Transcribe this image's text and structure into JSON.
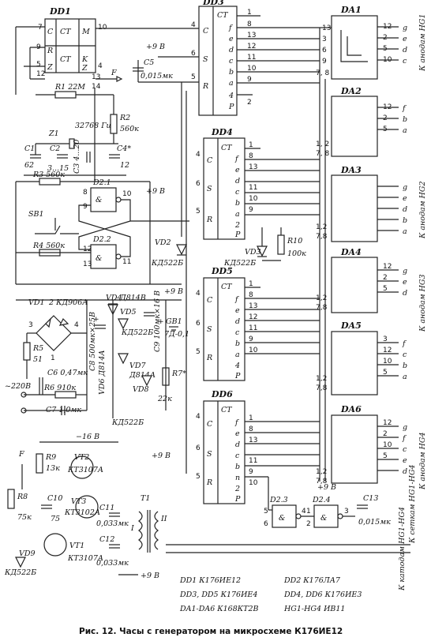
{
  "caption": "Рис. 12. Часы с генератором на микросхеме К176ИЕ12",
  "chips": {
    "dd1": "DD1",
    "dd2_1": "D2.1",
    "dd2_2": "D2.2",
    "dd2_3": "D2.3",
    "dd2_4": "D2.4",
    "dd3": "DD3",
    "dd4": "DD4",
    "dd5": "DD5",
    "dd6": "DD6",
    "da1": "DA1",
    "da2": "DA2",
    "da3": "DA3",
    "da4": "DA4",
    "da5": "DA5",
    "da6": "DA6"
  },
  "components": {
    "r1": "R1 22M",
    "r2": "R2",
    "r2v": "560к",
    "r3": "R3 560к",
    "r4": "R4 560к",
    "r5": "R5",
    "r5v": "51",
    "r6": "R6 910к",
    "r7": "R7*",
    "r7v": "22к",
    "r8": "R8",
    "r8v": "75к",
    "r9": "R9",
    "r9v": "13к",
    "r10": "R10",
    "r10v": "100к",
    "c1": "C1",
    "c1v": "62",
    "c2": "C2",
    "c2v": "3...15",
    "c3": "C3 4...20",
    "c4": "C4*",
    "c4v": "12",
    "c5": "C5",
    "c5v": "0,015мк",
    "c6": "C6 0,47мк",
    "c7": "C7 1,0мк",
    "c8": "C8 500мк×25В",
    "c9": "C9 100мк×16 В",
    "c10": "C10",
    "c10v": "75",
    "c11": "C11",
    "c11v": "0,033мк",
    "c12": "C12",
    "c12v": "0,033мк",
    "c13": "C13",
    "c13v": "0,015мк",
    "z1": "Z1",
    "z1v": "32768 Гц",
    "vd1": "VD1",
    "vd1v": "2 КД906А",
    "vd2": "VD2",
    "vd2v": "КД522Б",
    "vd3": "VD3",
    "vd3v": "КД522Б",
    "vd4": "VD4",
    "vd4v": "Д814В",
    "vd5": "VD5",
    "vd5v": "КД522Б",
    "vd6": "VD6 Д814А",
    "vd7": "VD7",
    "vd7v": "Д814А",
    "vd8": "VD8",
    "vd8v": "КД522Б",
    "vd9": "VD9",
    "vd9v": "КД522Б",
    "vt1": "VT1",
    "vt1v": "КТ3107А",
    "vt2": "VT2",
    "vt2v": "КТ3107А",
    "vt3": "VT3",
    "vt3v": "КТ3102А",
    "t1": "T1",
    "t1a": "I",
    "t1b": "II",
    "sb1": "SB1",
    "gb1": "GB1",
    "gb1v": "7Д-0,1"
  },
  "pins": {
    "ct": "CT",
    "c": "C",
    "s": "S",
    "r": "R",
    "m": "M",
    "k": "K",
    "z": "Z",
    "p": "P",
    "g": "g",
    "f": "f",
    "e": "e",
    "d": "d",
    "cc": "c",
    "b": "b",
    "a": "a",
    "amp": "&",
    "n": "n",
    "one": "1",
    "two": "2",
    "three": "3",
    "four": "4",
    "five": "5",
    "six": "6",
    "seven": "7",
    "eight": "8",
    "nine": "9",
    "ten": "10",
    "eleven": "11",
    "twelve": "12",
    "thirteen": "13",
    "fourteen": "14",
    "fifteen": "15",
    "p78": "7, 8",
    "p78b": "7,8",
    "p12": "1, 2",
    "p12b": "1,2"
  },
  "supply": {
    "p9v": "+9 В",
    "m16v": "−16 В",
    "ac220": "~220В",
    "plus": "+",
    "f": "F"
  },
  "anode_labels": {
    "hg1": "К анодам HG1",
    "hg2": "К анодам HG2",
    "hg3": "К анодам HG3",
    "hg4": "К анодам HG4",
    "grid": "К сеткам HG1-HG4",
    "cathode": "К катодам HG1-HG4"
  },
  "legend": {
    "l1a": "DD1  К176ИЕ12",
    "l1b": "DD2  К176ЛА7",
    "l2a": "DD3, DD5  К176ИЕ4",
    "l2b": "DD4, DD6  К176ИЕ3",
    "l3a": "DA1-DA6  К168КТ2В",
    "l3b": "HG1-HG4  ИВ11"
  }
}
